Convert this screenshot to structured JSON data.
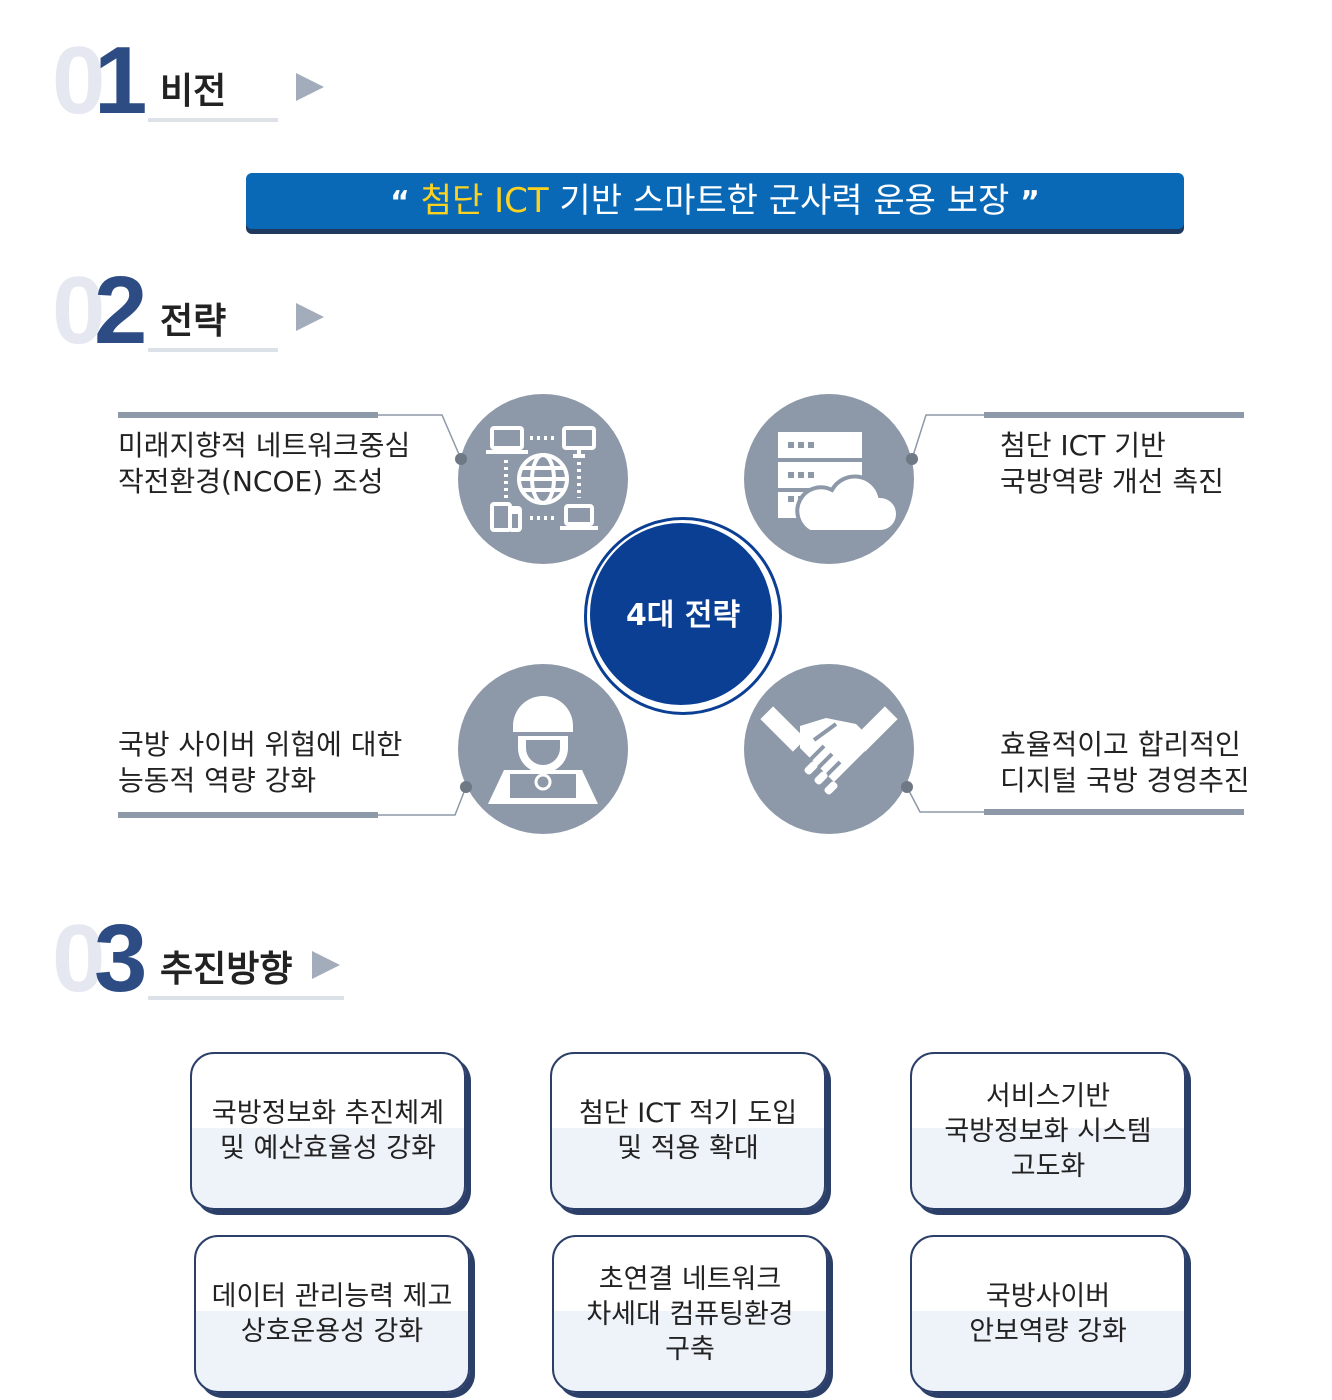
{
  "sections": {
    "vision": {
      "d0": "0",
      "d1": "1",
      "title": "비전"
    },
    "strategy": {
      "d0": "0",
      "d1": "2",
      "title": "전략"
    },
    "direction": {
      "d0": "0",
      "d1": "3",
      "title": "추진방향"
    }
  },
  "vision_banner": {
    "open_quote": "“",
    "highlight": "첨단 ICT",
    "rest": " 기반 스마트한 군사력 운용 보장",
    "close_quote": "”"
  },
  "strategy": {
    "center_label": "4대 전략",
    "items": [
      {
        "line1": "미래지향적 네트워크중심",
        "line2": "작전환경(NCOE) 조성",
        "icon": "network-globe-icon"
      },
      {
        "line1": "첨단 ICT 기반",
        "line2": "국방역량 개선 촉진",
        "icon": "server-cloud-icon"
      },
      {
        "line1": "국방 사이버 위협에 대한",
        "line2": "능동적 역량 강화",
        "icon": "hacker-laptop-icon"
      },
      {
        "line1": "효율적이고 합리적인",
        "line2": "디지털 국방 경영추진",
        "icon": "handshake-icon"
      }
    ]
  },
  "directions": [
    {
      "lines": [
        "국방정보화 추진체계",
        "및 예산효율성 강화"
      ]
    },
    {
      "lines": [
        "첨단 ICT 적기 도입",
        "및 적용 확대"
      ]
    },
    {
      "lines": [
        "서비스기반",
        "국방정보화 시스템",
        "고도화"
      ]
    },
    {
      "lines": [
        "데이터 관리능력 제고",
        "상호운용성 강화"
      ]
    },
    {
      "lines": [
        "초연결 네트워크",
        "차세대 컴퓨팅환경",
        "구축"
      ]
    },
    {
      "lines": [
        "국방사이버",
        "안보역량 강화"
      ]
    }
  ],
  "colors": {
    "navy": "#0a3f94",
    "banner": "#0a69b6",
    "highlight": "#fcd21e",
    "gray": "#8d99a8"
  }
}
